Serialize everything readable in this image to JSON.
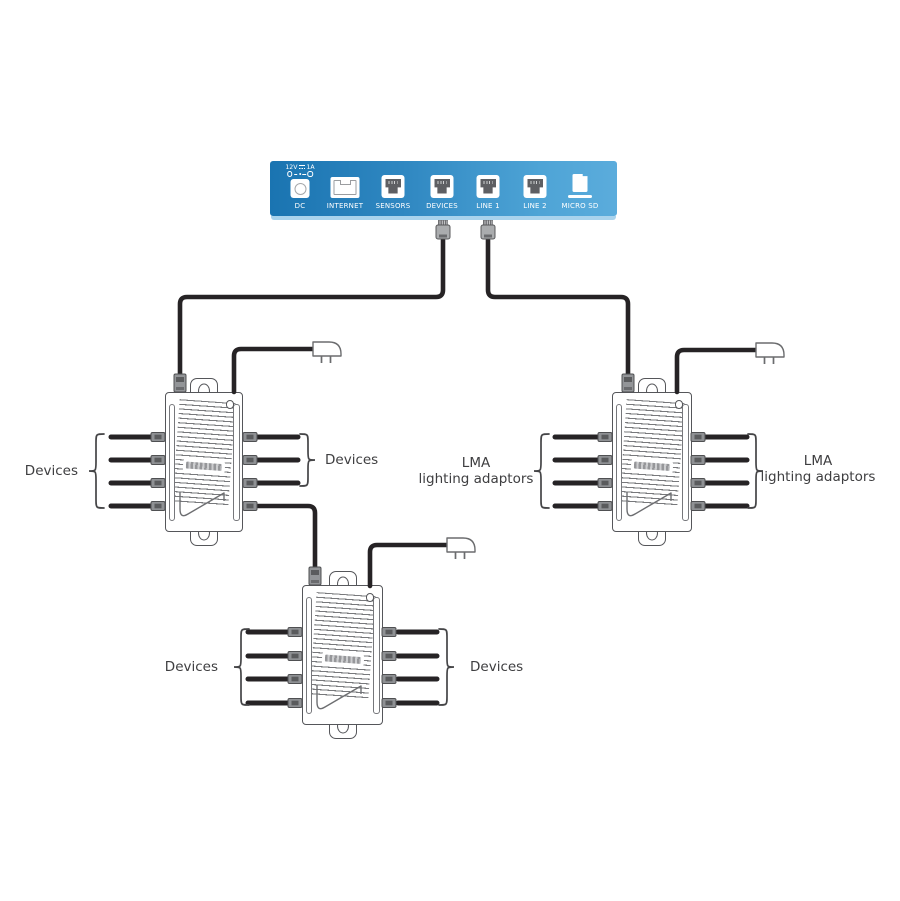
{
  "panel": {
    "ports": [
      {
        "label": "DC",
        "icon": "dc-jack-icon",
        "rating_volts": "12V",
        "rating_amps": "1A"
      },
      {
        "label": "INTERNET",
        "icon": "ethernet-port-icon"
      },
      {
        "label": "SENSORS",
        "icon": "rj-port-icon"
      },
      {
        "label": "DEVICES",
        "icon": "rj-port-icon"
      },
      {
        "label": "LINE 1",
        "icon": "rj-port-icon"
      },
      {
        "label": "LINE 2",
        "icon": "rj-port-icon"
      },
      {
        "label": "MICRO SD",
        "icon": "micro-sd-icon"
      }
    ]
  },
  "callouts": [
    {
      "id": "left-box-left",
      "text": "Devices"
    },
    {
      "id": "left-box-right",
      "text": "Devices"
    },
    {
      "id": "right-box-left",
      "text": "LMA\nlighting adaptors"
    },
    {
      "id": "right-box-right",
      "text": "LMA\nlighting adaptors"
    },
    {
      "id": "bottom-box-left",
      "text": "Devices"
    },
    {
      "id": "bottom-box-right",
      "text": "Devices"
    }
  ],
  "colors": {
    "panel_gradient_left": "#1a74b1",
    "panel_gradient_right": "#5bacdc",
    "panel_bottom_edge": "#a9d3ed",
    "cable": "#262325",
    "outline": "#55565a",
    "label_text": "#3e3e40"
  }
}
